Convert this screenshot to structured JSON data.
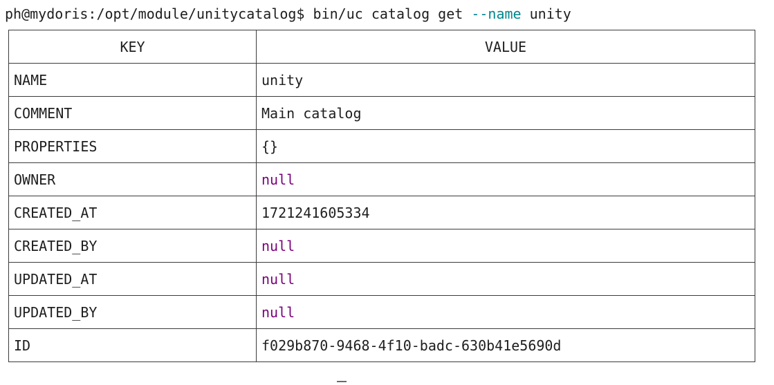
{
  "terminal": {
    "prompt": "ph@mydoris:/opt/module/unitycatalog$",
    "command": "bin/uc catalog get",
    "flag": "--name",
    "argument": "unity"
  },
  "table": {
    "headers": [
      "KEY",
      "VALUE"
    ],
    "rows": [
      {
        "key": "NAME",
        "value": "unity",
        "is_null": false
      },
      {
        "key": "COMMENT",
        "value": "Main catalog",
        "is_null": false
      },
      {
        "key": "PROPERTIES",
        "value": "{}",
        "is_null": false
      },
      {
        "key": "OWNER",
        "value": "null",
        "is_null": true
      },
      {
        "key": "CREATED_AT",
        "value": "1721241605334",
        "is_null": false
      },
      {
        "key": "CREATED_BY",
        "value": "null",
        "is_null": true
      },
      {
        "key": "UPDATED_AT",
        "value": "null",
        "is_null": true
      },
      {
        "key": "UPDATED_BY",
        "value": "null",
        "is_null": true
      },
      {
        "key": "ID",
        "value": "f029b870-9468-4f10-badc-630b41e5690d",
        "is_null": false
      }
    ]
  },
  "colors": {
    "flag": "#00868b",
    "null_value": "#7a007a",
    "border": "#3a3a3a"
  }
}
